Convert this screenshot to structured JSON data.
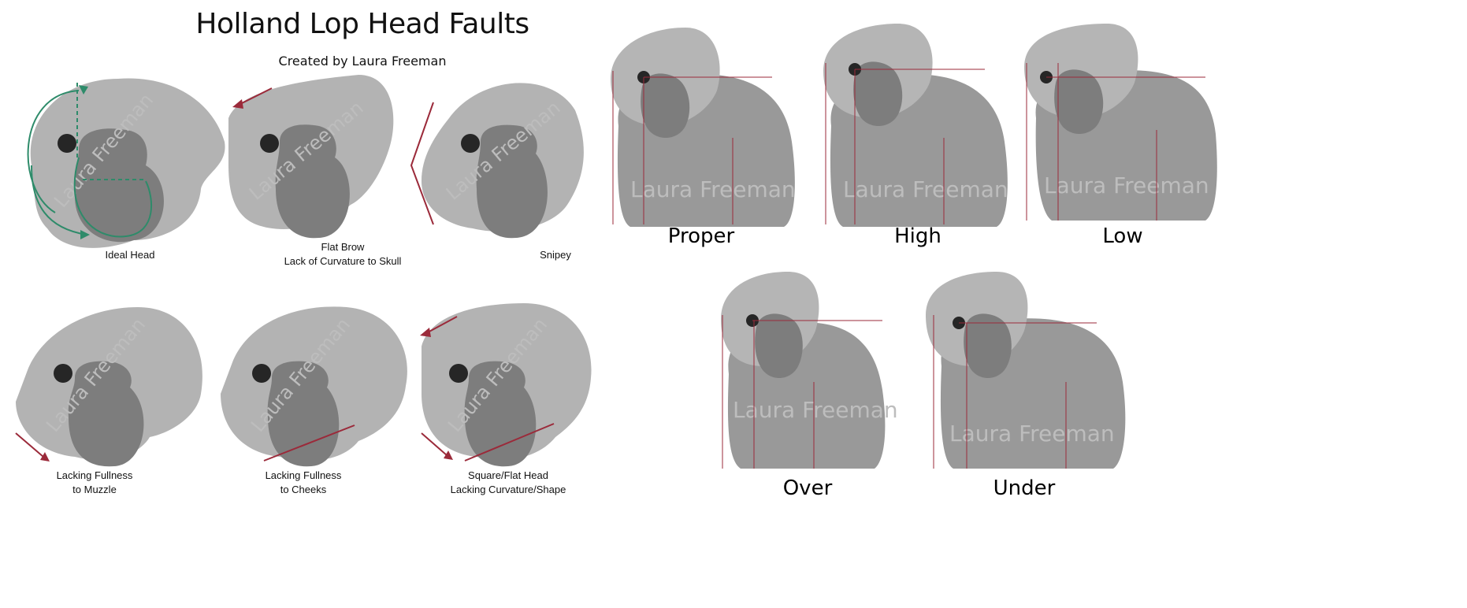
{
  "left_panel": {
    "title": "Holland Lop Head Faults",
    "subtitle": "Created by Laura Freeman",
    "watermark": "Laura Freeman",
    "heads": [
      {
        "line1": "Ideal Head",
        "line2": ""
      },
      {
        "line1": "Flat Brow",
        "line2": "Lack of Curvature to Skull"
      },
      {
        "line1": "Snipey",
        "line2": ""
      },
      {
        "line1": "Lacking Fullness",
        "line2": "to Muzzle"
      },
      {
        "line1": "Lacking Fullness",
        "line2": "to Cheeks"
      },
      {
        "line1": "Square/Flat Head",
        "line2": "Lacking Curvature/Shape"
      }
    ]
  },
  "right_panel": {
    "watermark": "Laura Freeman",
    "positions": [
      {
        "label": "Proper"
      },
      {
        "label": "High"
      },
      {
        "label": "Low"
      },
      {
        "label": "Over"
      },
      {
        "label": "Under"
      }
    ]
  },
  "colors": {
    "head_light": "#b3b3b3",
    "head_dark": "#7d7d7d",
    "eye": "#262626",
    "guide_green": "#2e8b6a",
    "guide_red": "#9b2a3a",
    "body_light": "#b5b5b5",
    "body_dark": "#999999"
  }
}
